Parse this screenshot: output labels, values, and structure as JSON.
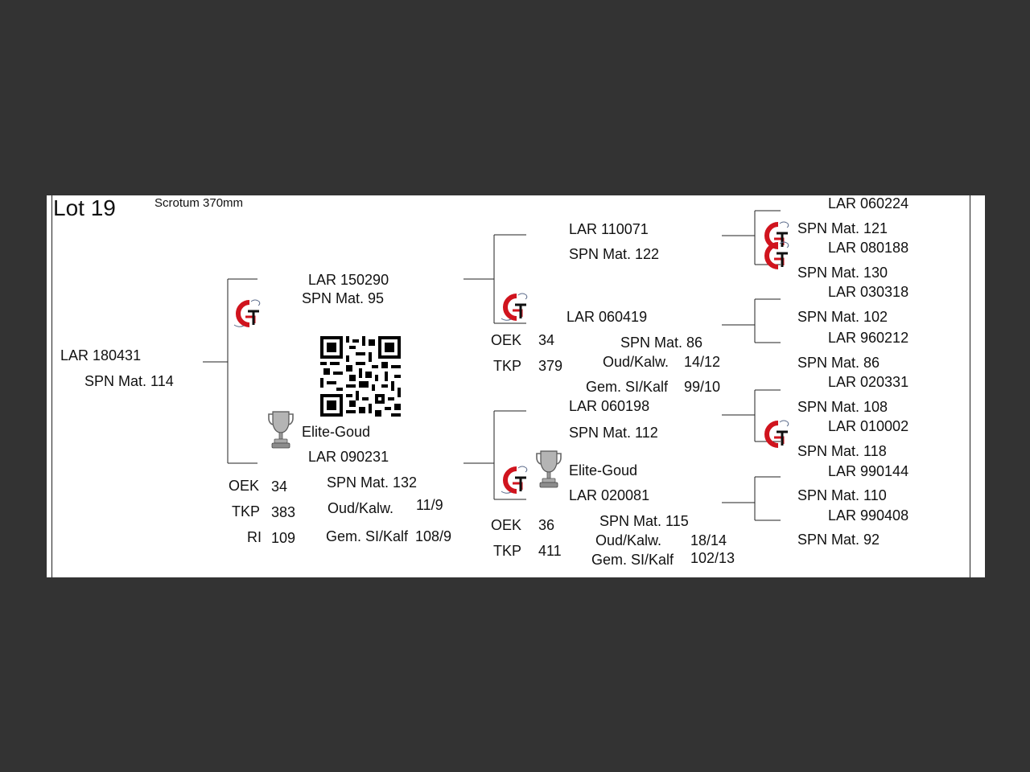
{
  "lot": "Lot 19",
  "scrotum": "Scrotum 370mm",
  "animal": {
    "id": "LAR 180431",
    "spn": "SPN Mat. 114",
    "oek_label": "OEK",
    "oek": "34",
    "tkp_label": "TKP",
    "tkp": "383",
    "ri_label": "RI",
    "ri": "109"
  },
  "award": "Elite-Goud",
  "sire": {
    "id": "LAR 150290",
    "spn": "SPN Mat. 95",
    "oek_label": "OEK",
    "oek": "34",
    "tkp_label": "TKP",
    "tkp": "379"
  },
  "dam": {
    "id": "LAR 090231",
    "spn": "SPN Mat. 132",
    "oud_label": "Oud/Kalw.",
    "oud": "11/9",
    "gem_label": "Gem. SI/Kalf",
    "gem": "108/9",
    "oek_label": "OEK",
    "oek": "36",
    "tkp_label": "TKP",
    "tkp": "411"
  },
  "ss": {
    "id": "LAR 110071",
    "spn": "SPN Mat. 122"
  },
  "sd": {
    "id": "LAR 060419",
    "spn": "SPN Mat. 86",
    "oud_label": "Oud/Kalw.",
    "oud": "14/12",
    "gem_label": "Gem. SI/Kalf",
    "gem": "99/10"
  },
  "ds": {
    "id": "LAR 060198",
    "spn": "SPN Mat. 112"
  },
  "dd": {
    "award": "Elite-Goud",
    "id": "LAR 020081",
    "spn": "SPN Mat. 115",
    "oud_label": "Oud/Kalw.",
    "oud": "18/14",
    "gem_label": "Gem. SI/Kalf",
    "gem": "102/13"
  },
  "g4": [
    {
      "id": "LAR 060224",
      "spn": "SPN Mat. 121"
    },
    {
      "id": "LAR 080188",
      "spn": "SPN Mat. 130"
    },
    {
      "id": "LAR 030318",
      "spn": "SPN Mat. 102"
    },
    {
      "id": "LAR 960212",
      "spn": "SPN Mat. 86"
    },
    {
      "id": "LAR 020331",
      "spn": "SPN Mat. 108"
    },
    {
      "id": "LAR 010002",
      "spn": "SPN Mat. 118"
    },
    {
      "id": "LAR 990144",
      "spn": "SPN Mat. 110"
    },
    {
      "id": "LAR 990408",
      "spn": "SPN Mat. 92"
    }
  ],
  "colors": {
    "background": "#333333",
    "sheet": "#ffffff",
    "logo_red": "#d0141e",
    "ink": "#111111"
  },
  "icons": {
    "logo": "gt-logo-icon",
    "trophy": "trophy-icon",
    "qr": "qr-code-icon"
  }
}
